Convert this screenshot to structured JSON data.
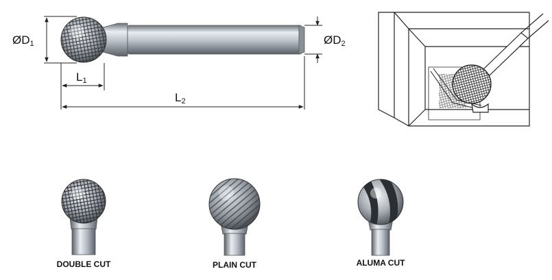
{
  "dimensions": {
    "d1": {
      "prefix": "ØD",
      "sub": "1"
    },
    "d2": {
      "prefix": "ØD",
      "sub": "2"
    },
    "l1": {
      "prefix": "L",
      "sub": "1"
    },
    "l2": {
      "prefix": "L",
      "sub": "2"
    }
  },
  "cut_types": [
    {
      "label": "DOUBLE CUT"
    },
    {
      "label": "PLAIN CUT"
    },
    {
      "label": "ALUMA CUT"
    }
  ],
  "colors": {
    "line": "#222222",
    "steel_dark": "#5a5f66",
    "steel_mid": "#a7adb4",
    "steel_light": "#eef1f4"
  }
}
